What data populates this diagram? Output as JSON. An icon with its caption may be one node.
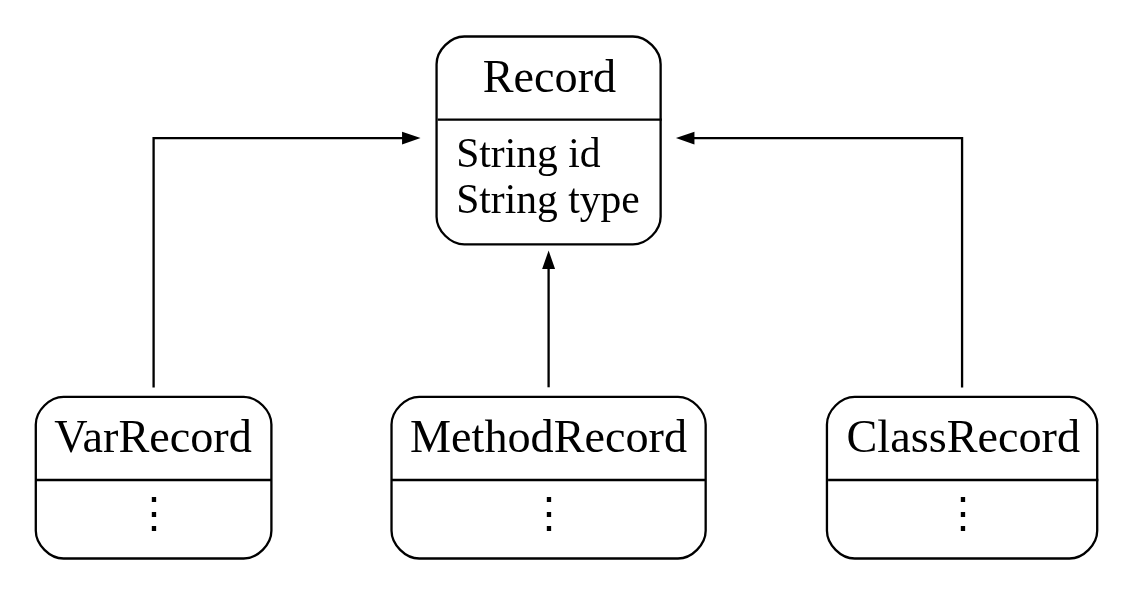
{
  "diagram": {
    "nodes": [
      {
        "text": [
          "Record",
          "String id",
          "String type"
        ]
      },
      {
        "text": [
          "VarRecord",
          "⋮"
        ]
      },
      {
        "text": [
          "MethodRecord",
          "⋮"
        ]
      },
      {
        "text": [
          "ClassRecord",
          "⋮"
        ]
      }
    ],
    "edges": [
      {
        "from": 1,
        "to": 0,
        "arrow": "to"
      },
      {
        "from": 2,
        "to": 0,
        "arrow": "to"
      },
      {
        "from": 3,
        "to": 0,
        "arrow": "to"
      }
    ]
  }
}
